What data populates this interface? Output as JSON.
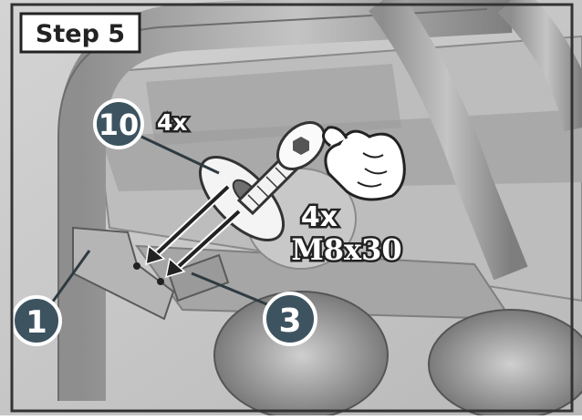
{
  "step": {
    "label": "Step 5"
  },
  "callouts": [
    {
      "number": "10",
      "quantity": "4x"
    },
    {
      "number": "1"
    },
    {
      "number": "3"
    }
  ],
  "bolt_spec": {
    "quantity": "4x",
    "size": "M8x30"
  },
  "colors": {
    "callout_fill": "#3d5360",
    "callout_border": "#ffffff",
    "frame": "#333333",
    "line": "#2f3b42"
  }
}
